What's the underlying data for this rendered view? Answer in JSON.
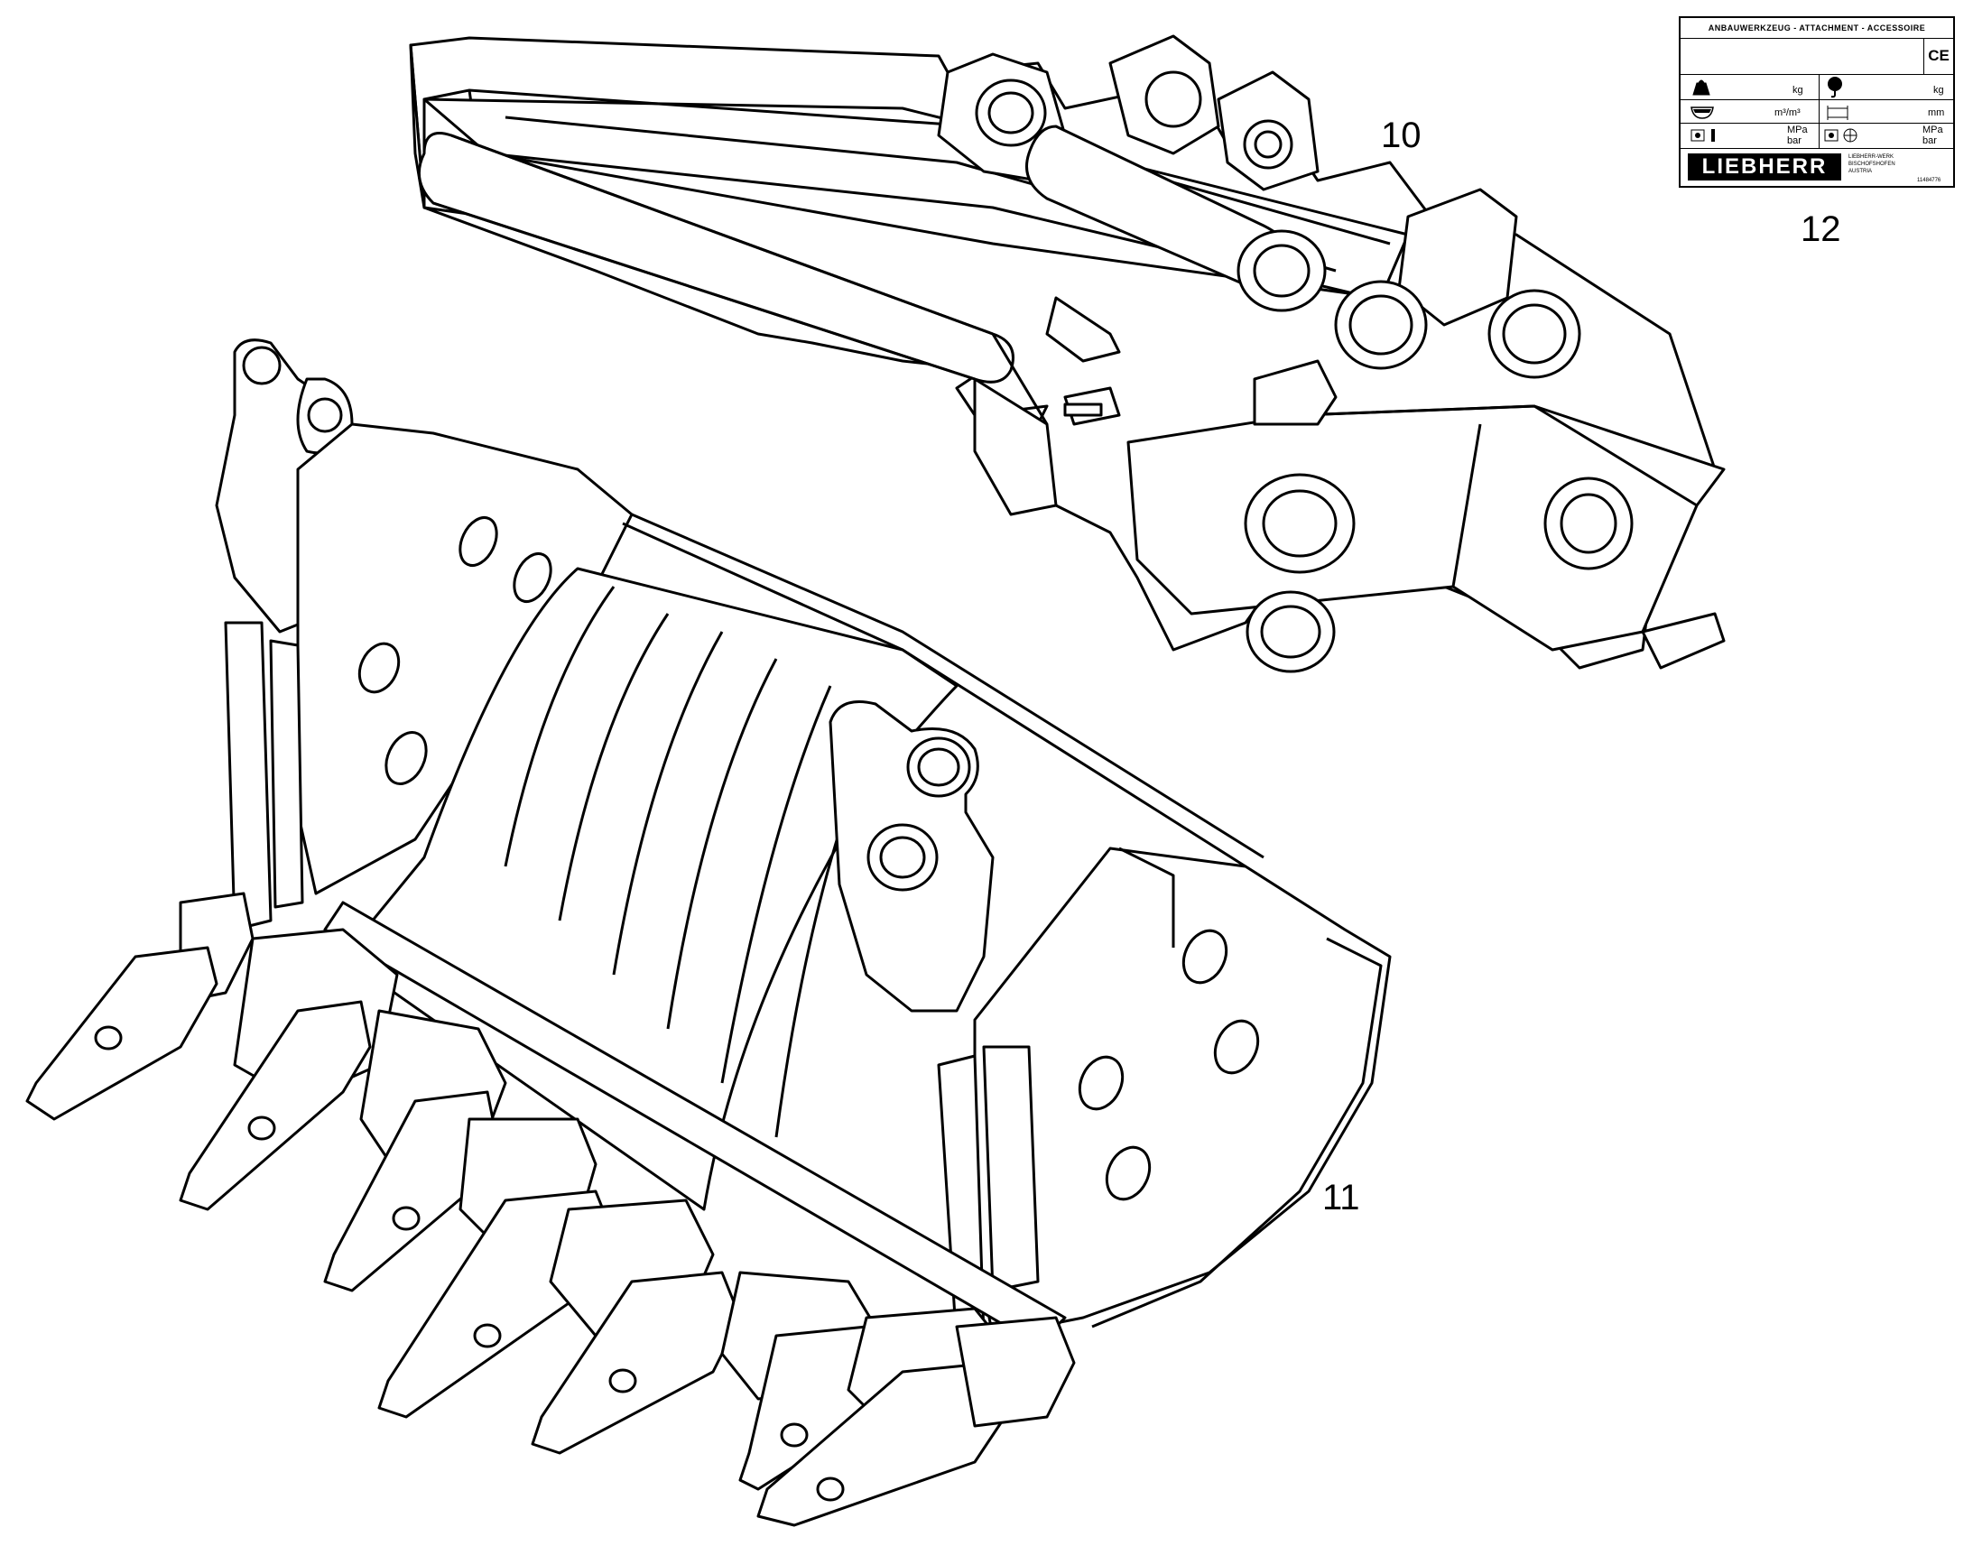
{
  "callouts": {
    "stick": "10",
    "bucket": "11",
    "plate": "12"
  },
  "nameplate": {
    "header": "ANBAUWERKZEUG - ATTACHMENT - ACCESSOIRE",
    "ce_mark": "CE",
    "unit_weight_left": "kg",
    "unit_weight_right": "kg",
    "unit_volume": "m³/m³",
    "unit_length": "mm",
    "unit_pressure_left": "MPa bar",
    "unit_pressure_right": "MPa bar",
    "brand": "LIEBHERR",
    "small_text_1": "LIEBHERR-WERK",
    "small_text_2": "BISCHOFSHOFEN",
    "small_text_3": "AUSTRIA",
    "part_no": "11484776"
  },
  "colors": {
    "line": "#000000",
    "background": "#ffffff"
  }
}
